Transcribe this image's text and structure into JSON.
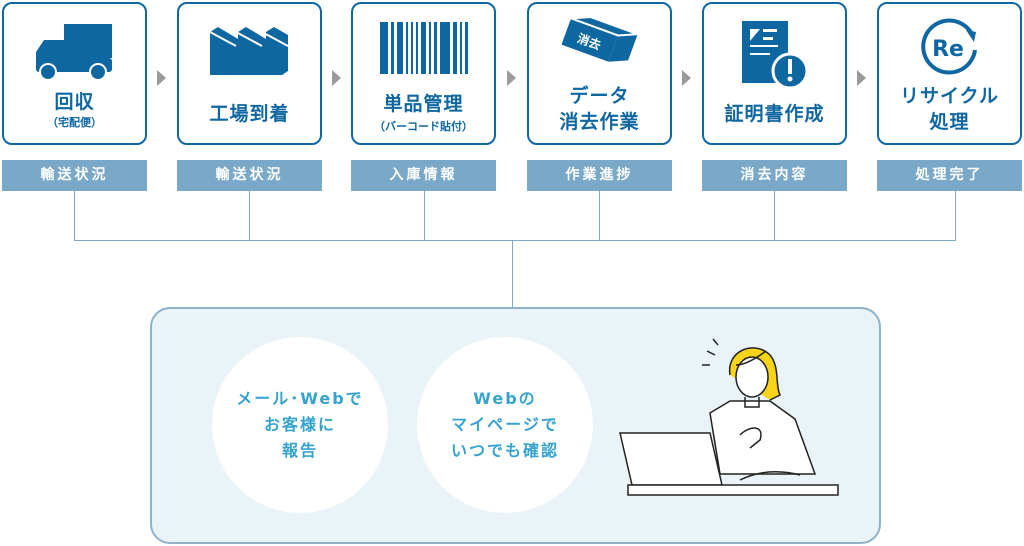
{
  "steps": [
    {
      "title": "回収",
      "sub": "（宅配便）",
      "label": "輸送状況",
      "icon": "truck-icon"
    },
    {
      "title": "工場到着",
      "sub": "",
      "label": "輸送状況",
      "icon": "factory-icon"
    },
    {
      "title": "単品管理",
      "sub": "（バーコード貼付）",
      "label": "入庫情報",
      "icon": "barcode-icon"
    },
    {
      "title": "データ",
      "title2": "消去作業",
      "label": "作業進捗",
      "icon": "eraser-icon",
      "eraser_text": "消去"
    },
    {
      "title": "証明書作成",
      "sub": "",
      "label": "消去内容",
      "icon": "certificate-icon"
    },
    {
      "title": "リサイクル",
      "title2": "処理",
      "label": "処理完了",
      "icon": "recycle-icon",
      "re_text": "Re"
    }
  ],
  "panel": {
    "circle1": [
      "メール･Webで",
      "お客様に",
      "報告"
    ],
    "circle2": [
      "Webの",
      "マイページで",
      "いつでも確認"
    ]
  },
  "colors": {
    "primary": "#1068a3",
    "label_bg": "#79a8c8",
    "panel_bg": "#eaf3f8",
    "circle_text": "#35a3cf"
  }
}
